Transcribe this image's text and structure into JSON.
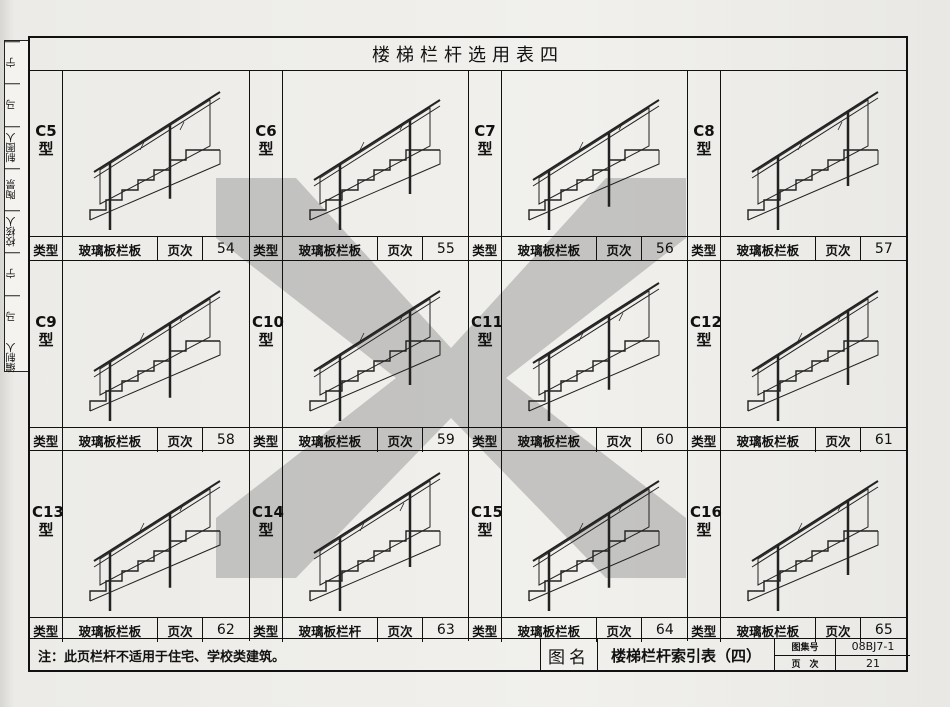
{
  "title": "楼梯栏杆选用表四",
  "side_strip": [
    "宁",
    "马",
    "制图人",
    "陶景",
    "校核人",
    "宁",
    "马",
    "编制人"
  ],
  "caption_labels": {
    "type": "类型",
    "page": "页次"
  },
  "panels": [
    {
      "code": "C5",
      "suffix": "型",
      "material": "玻璃板栏板",
      "page": "54"
    },
    {
      "code": "C6",
      "suffix": "型",
      "material": "玻璃板栏板",
      "page": "55"
    },
    {
      "code": "C7",
      "suffix": "型",
      "material": "玻璃板栏板",
      "page": "56"
    },
    {
      "code": "C8",
      "suffix": "型",
      "material": "玻璃板栏板",
      "page": "57"
    },
    {
      "code": "C9",
      "suffix": "型",
      "material": "玻璃板栏板",
      "page": "58"
    },
    {
      "code": "C10",
      "suffix": "型",
      "material": "玻璃板栏板",
      "page": "59"
    },
    {
      "code": "C11",
      "suffix": "型",
      "material": "玻璃板栏板",
      "page": "60"
    },
    {
      "code": "C12",
      "suffix": "型",
      "material": "玻璃板栏板",
      "page": "61"
    },
    {
      "code": "C13",
      "suffix": "型",
      "material": "玻璃板栏板",
      "page": "62"
    },
    {
      "code": "C14",
      "suffix": "型",
      "material": "玻璃板栏杆",
      "page": "63"
    },
    {
      "code": "C15",
      "suffix": "型",
      "material": "玻璃板栏板",
      "page": "64"
    },
    {
      "code": "C16",
      "suffix": "型",
      "material": "玻璃板栏板",
      "page": "65"
    }
  ],
  "footer": {
    "note": "注：此页栏杆不适用于住宅、学校类建筑。",
    "name_label": "图名",
    "name": "楼梯栏杆索引表（四）",
    "atlas_label": "图集号",
    "atlas": "08BJ7-1",
    "page_label": "页　次",
    "page": "21"
  },
  "colors": {
    "line": "#111111",
    "watermark": "#a9a9a9",
    "paper": "#f1f0ec"
  }
}
